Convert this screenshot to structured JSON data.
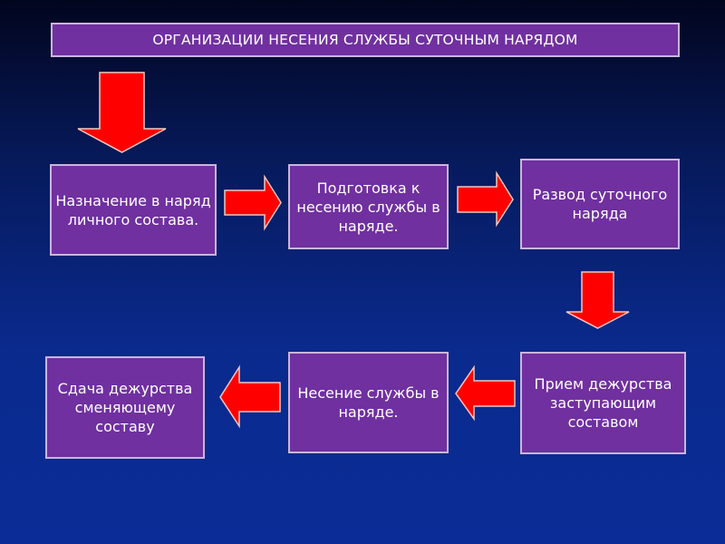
{
  "title": "ОРГАНИЗАЦИИ НЕСЕНИЯ СЛУЖБЫ СУТОЧНЫМ НАРЯДОМ",
  "steps": [
    "Назначение в наряд личного состава.",
    "Подготовка к несению службы в наряде.",
    "Развод суточного наряда",
    "Прием дежурства заступающим составом",
    "Несение службы в наряде.",
    "Сдача дежурства сменяющему составу"
  ],
  "colors": {
    "box": "#7030a0",
    "arrow": "#ff0000",
    "background": "#0a2a8e"
  }
}
